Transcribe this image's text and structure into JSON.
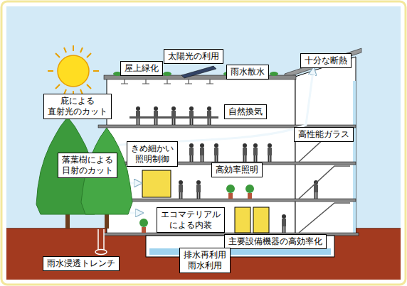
{
  "diagram": {
    "nodes": [
      {
        "text": [
          "屋上緑化"
        ]
      },
      {
        "text": [
          "太陽光の利用"
        ]
      },
      {
        "text": [
          "雨水散水"
        ]
      },
      {
        "text": [
          "十分な断熱"
        ]
      },
      {
        "text": [
          "庇による 直射光のカット"
        ]
      },
      {
        "text": [
          "自然換気"
        ]
      },
      {
        "text": [
          "高性能ガラス"
        ]
      },
      {
        "text": [
          "きめ細かい 照明制御"
        ]
      },
      {
        "text": [
          "落葉樹による 日射のカット"
        ]
      },
      {
        "text": [
          "高効率照明"
        ]
      },
      {
        "text": [
          "エコマテリアル による内装"
        ]
      },
      {
        "text": [
          "主要設備機器の高効率化"
        ]
      },
      {
        "text": [
          "排水再利用 雨水利用"
        ]
      },
      {
        "text": [
          "雨水浸透トレンチ"
        ]
      }
    ]
  }
}
